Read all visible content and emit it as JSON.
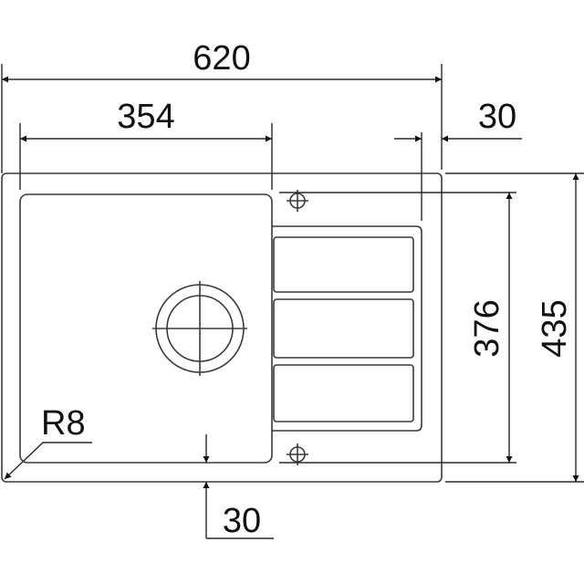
{
  "dimensions": {
    "overall_width": "620",
    "bowl_width": "354",
    "rim_right": "30",
    "inner_depth": "376",
    "overall_depth": "435",
    "rim_bottom": "30",
    "corner_radius": "R8"
  },
  "colors": {
    "line": "#3a3a3a",
    "text": "#111111",
    "background": "#ffffff"
  }
}
